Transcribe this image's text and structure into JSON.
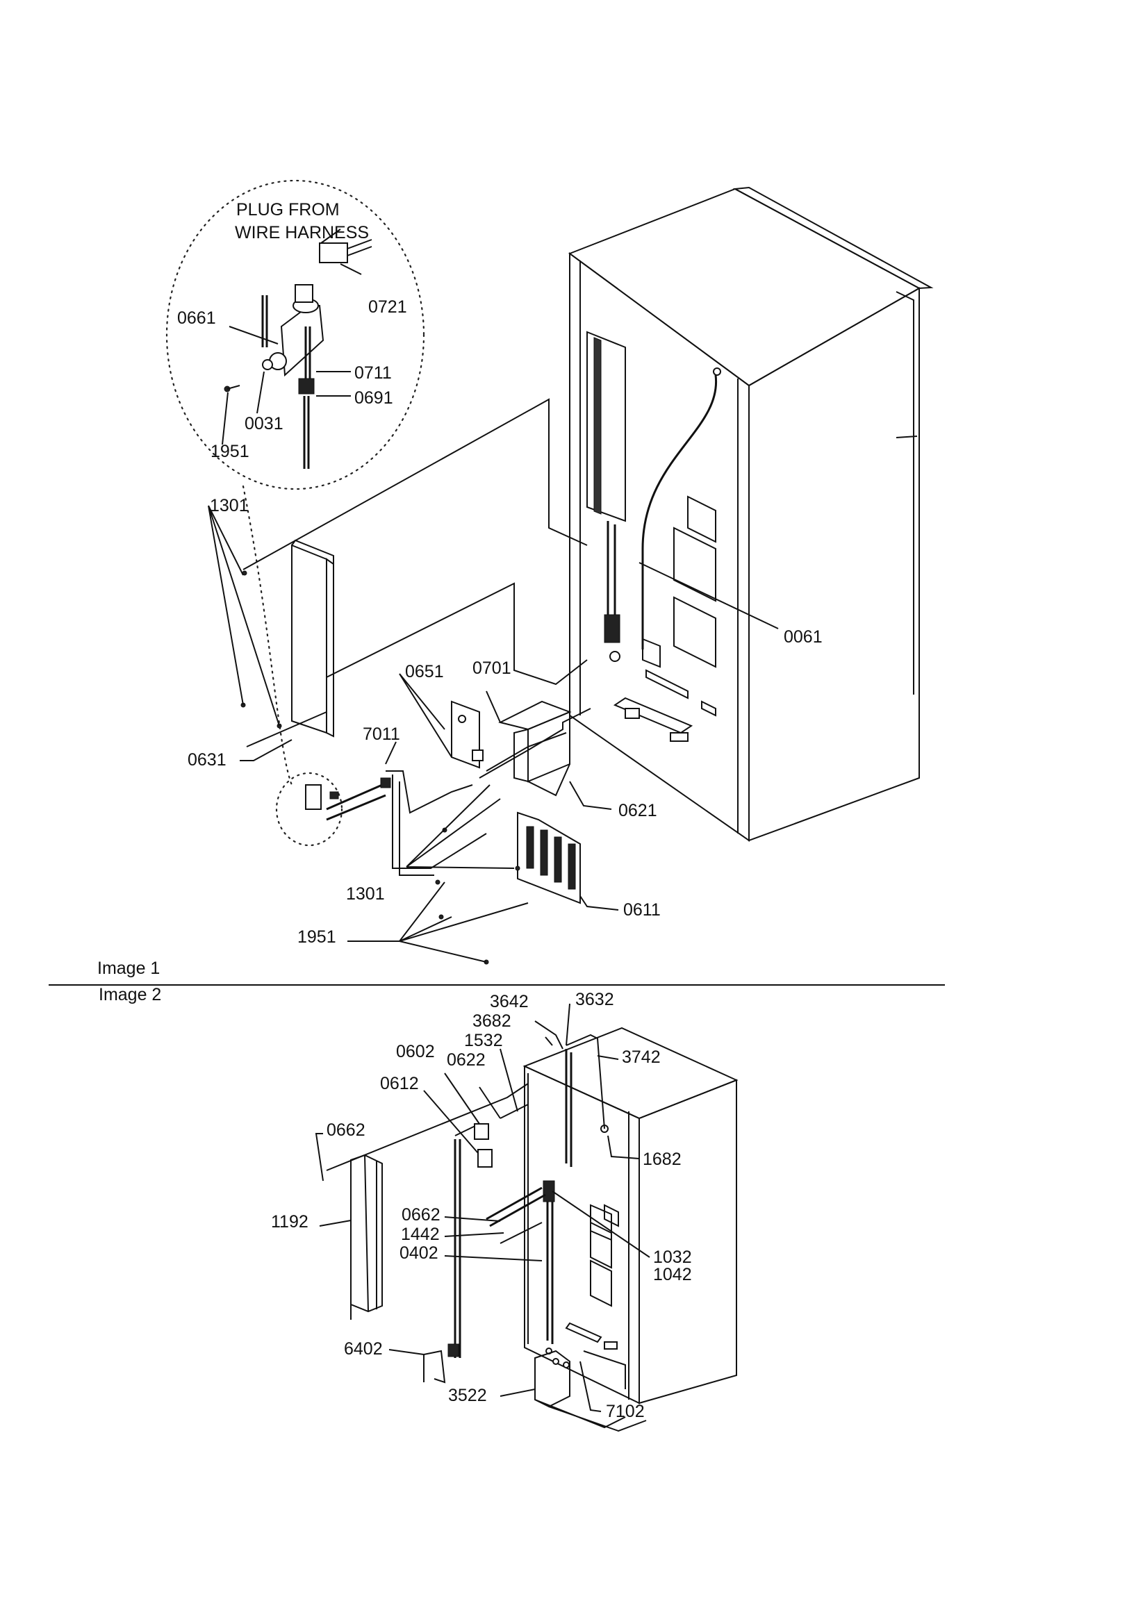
{
  "captions": {
    "image1": "Image 1",
    "image2": "Image 2"
  },
  "callout": {
    "line1": "PLUG FROM",
    "line2": "WIRE HARNESS"
  },
  "image1_parts": {
    "p0721": "0721",
    "p0661": "0661",
    "p0711": "0711",
    "p0691": "0691",
    "p0031": "0031",
    "p1951_top": "1951",
    "p1301_top": "1301",
    "p0061": "0061",
    "p0651": "0651",
    "p0701": "0701",
    "p7011": "7011",
    "p0631": "0631",
    "p0621": "0621",
    "p1301_bottom": "1301",
    "p0611": "0611",
    "p1951_bottom": "1951"
  },
  "image2_parts": {
    "p3642": "3642",
    "p3632": "3632",
    "p3682": "3682",
    "p1532": "1532",
    "p3742": "3742",
    "p0602": "0602",
    "p0622": "0622",
    "p0612": "0612",
    "p0662_a": "0662",
    "p1682": "1682",
    "p1192": "1192",
    "p0662_b": "0662",
    "p1442": "1442",
    "p1032": "1032",
    "p0402": "0402",
    "p1042": "1042",
    "p6402": "6402",
    "p3522": "3522",
    "p7102": "7102"
  }
}
